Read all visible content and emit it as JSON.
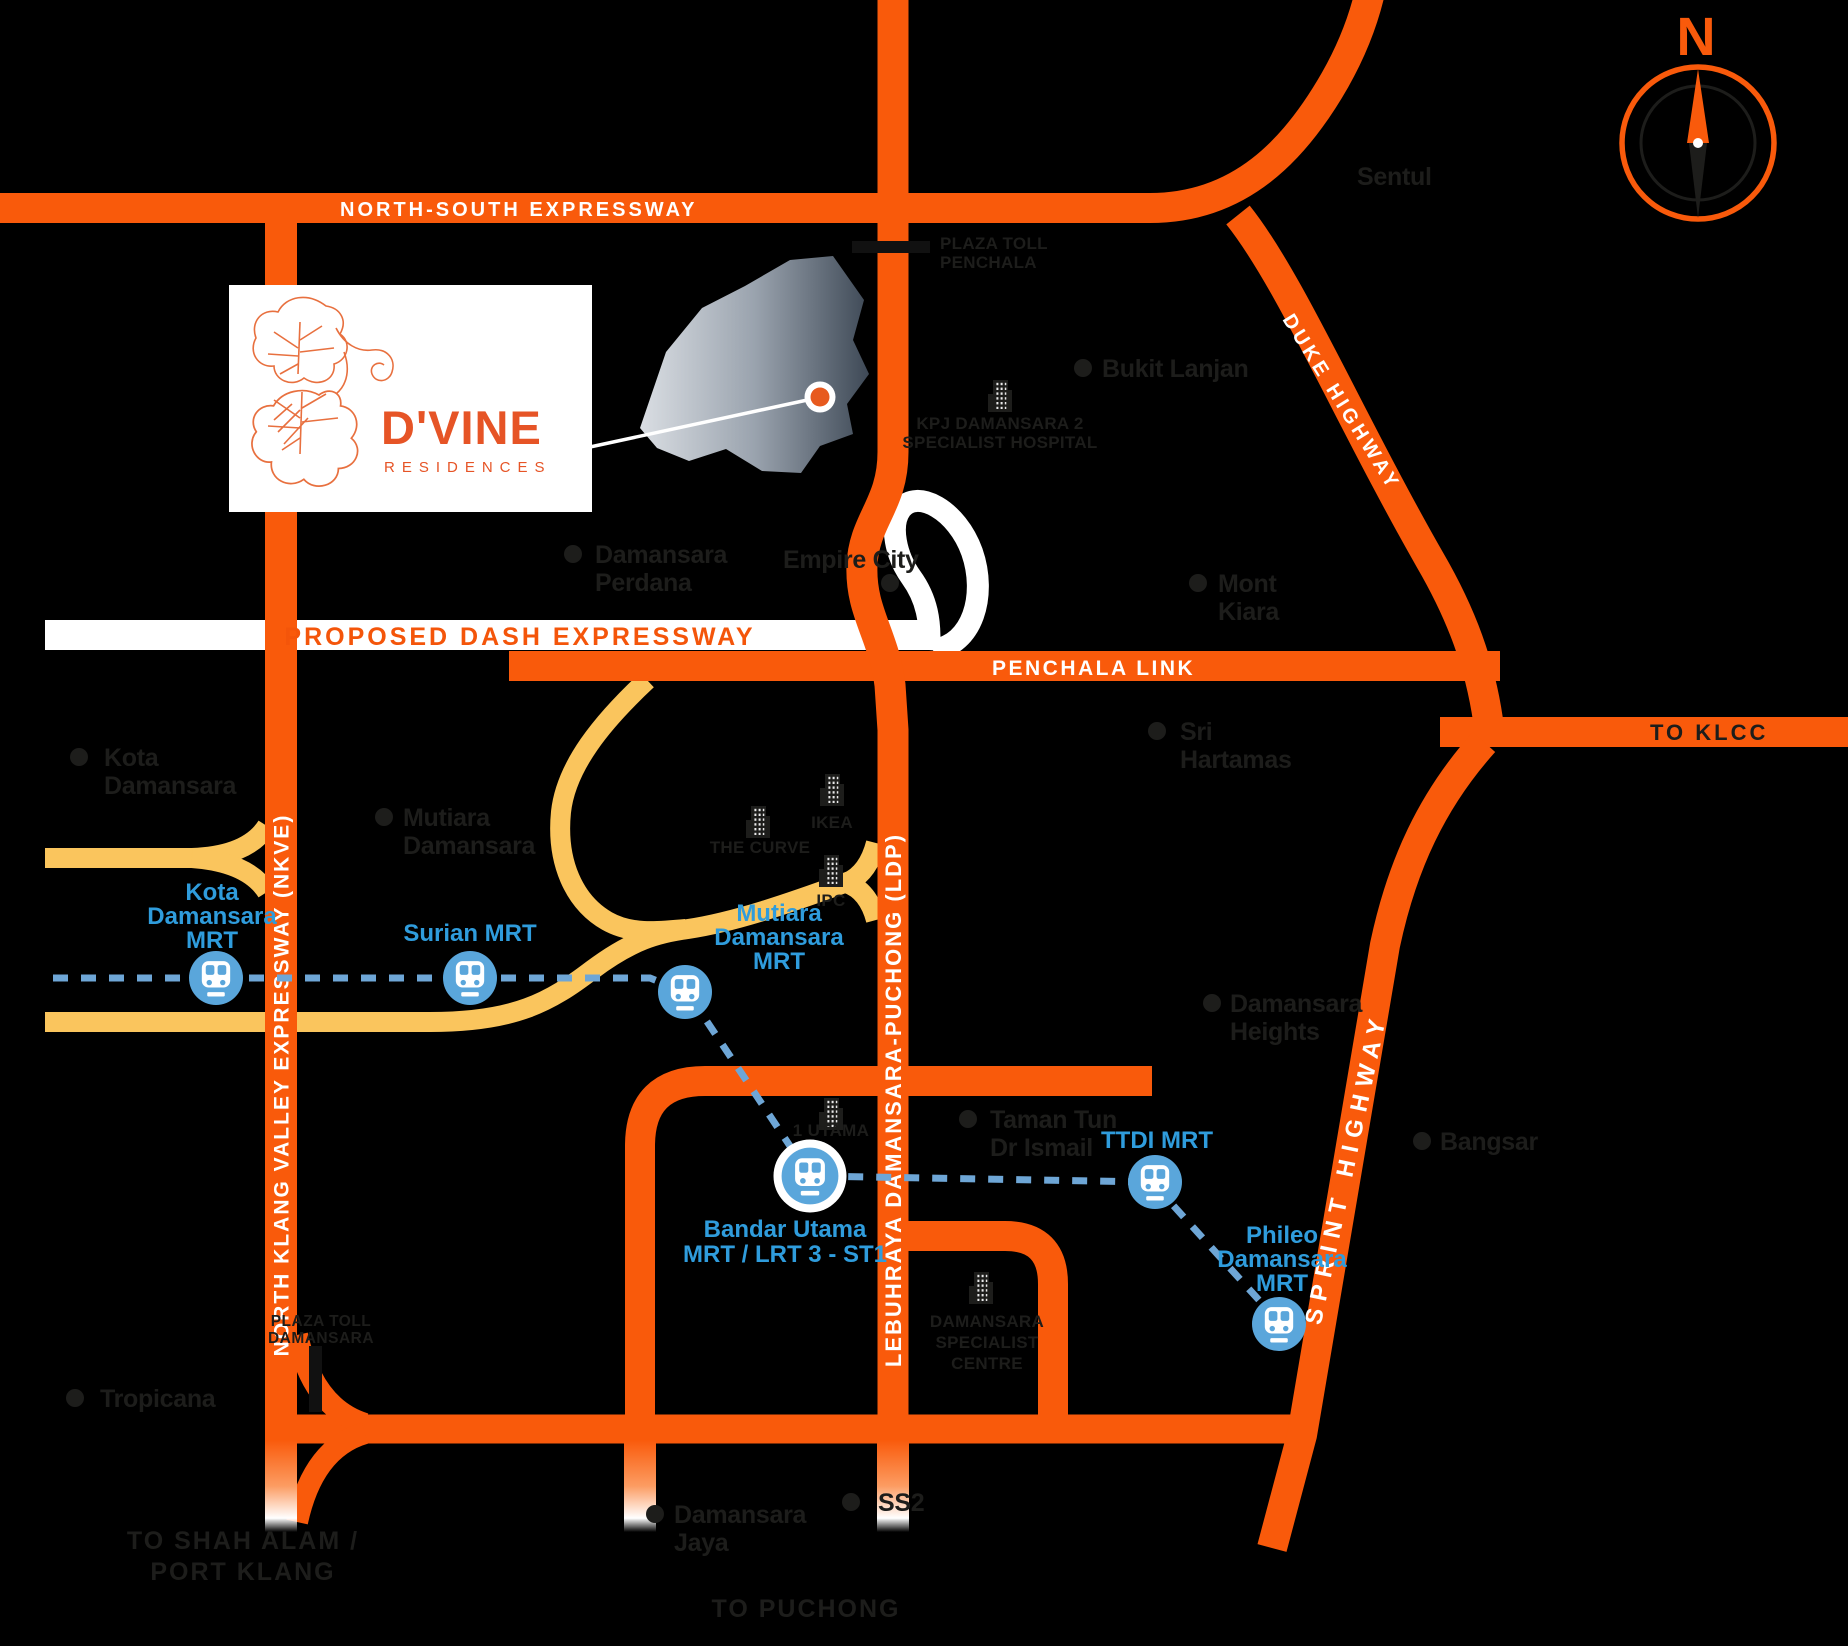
{
  "page": {
    "title": "D'VINE Residences location map",
    "background": "#000000"
  },
  "colors": {
    "road_orange": "#F95A0B",
    "road_yellow": "#FAC55D",
    "road_white": "#FFFFFF",
    "mrt_icon_blue": "#5AA6DB",
    "mrt_label_blue": "#2F9CDC",
    "mrt_line_blue": "#6EA6D6",
    "text_dark": "#1D1D1B",
    "logo_orange": "#E65426",
    "site_gradient_light": "#DADEE3",
    "site_gradient_dark": "#3E4956"
  },
  "logo": {
    "brand": "D'VINE",
    "sub": "RESIDENCES"
  },
  "compass": {
    "north_label": "N"
  },
  "road_labels": {
    "north_south_expressway": "NORTH-SOUTH EXPRESSWAY",
    "proposed_dash_expressway": "PROPOSED DASH EXPRESSWAY",
    "penchala_link": "PENCHALA LINK",
    "duke_highway": "DUKE HIGHWAY",
    "nkve": "NORTH KLANG VALLEY EXPRESSWAY (NKVE)",
    "ldp": "LEBUHRAYA DAMANSARA-PUCHONG (LDP)",
    "sprint_highway": "SPRINT HIGHWAY",
    "to_klcc": "TO KLCC",
    "to_shah_alam_line1": "TO SHAH ALAM /",
    "to_shah_alam_line2": "PORT KLANG",
    "to_puchong": "TO PUCHONG"
  },
  "places": {
    "sentul": "Sentul",
    "bukit_lanjan": "Bukit Lanjan",
    "mont_kiara_line1": "Mont",
    "mont_kiara_line2": "Kiara",
    "sri_hartamas_line1": "Sri",
    "sri_hartamas_line2": "Hartamas",
    "damansara_heights_line1": "Damansara",
    "damansara_heights_line2": "Heights",
    "bangsar": "Bangsar",
    "damansara_perdana_line1": "Damansara",
    "damansara_perdana_line2": "Perdana",
    "empire_city": "Empire City",
    "kota_damansara_line1": "Kota",
    "kota_damansara_line2": "Damansara",
    "mutiara_damansara_line1": "Mutiara",
    "mutiara_damansara_line2": "Damansara",
    "taman_tun_line1": "Taman Tun",
    "taman_tun_line2": "Dr Ismail",
    "ss2": "SS2",
    "damansara_jaya_line1": "Damansara",
    "damansara_jaya_line2": "Jaya",
    "tropicana": "Tropicana"
  },
  "stations": {
    "kota_damansara": {
      "line1": "Kota",
      "line2": "Damansara",
      "line3": "MRT"
    },
    "surian": {
      "line1": "Surian MRT"
    },
    "mutiara_damansara": {
      "line1": "Mutiara",
      "line2": "Damansara",
      "line3": "MRT"
    },
    "bandar_utama": {
      "line1": "Bandar Utama",
      "line2": "MRT / LRT 3 - ST1"
    },
    "ttdi": {
      "line1": "TTDI MRT"
    },
    "phileo_damansara": {
      "line1": "Phileo",
      "line2": "Damansara",
      "line3": "MRT"
    }
  },
  "landmarks": {
    "plaza_toll_penchala_line1": "PLAZA TOLL",
    "plaza_toll_penchala_line2": "PENCHALA",
    "kpj_line1": "KPJ DAMANSARA 2",
    "kpj_line2": "SPECIALIST HOSPITAL",
    "the_curve": "THE CURVE",
    "ikea": "IKEA",
    "ipc": "IPC",
    "one_utama": "1 UTAMA",
    "dsc_line1": "DAMANSARA",
    "dsc_line2": "SPECIALIST",
    "dsc_line3": "CENTRE",
    "plaza_toll_damansara_line1": "PLAZA TOLL",
    "plaza_toll_damansara_line2": "DAMANSARA"
  }
}
